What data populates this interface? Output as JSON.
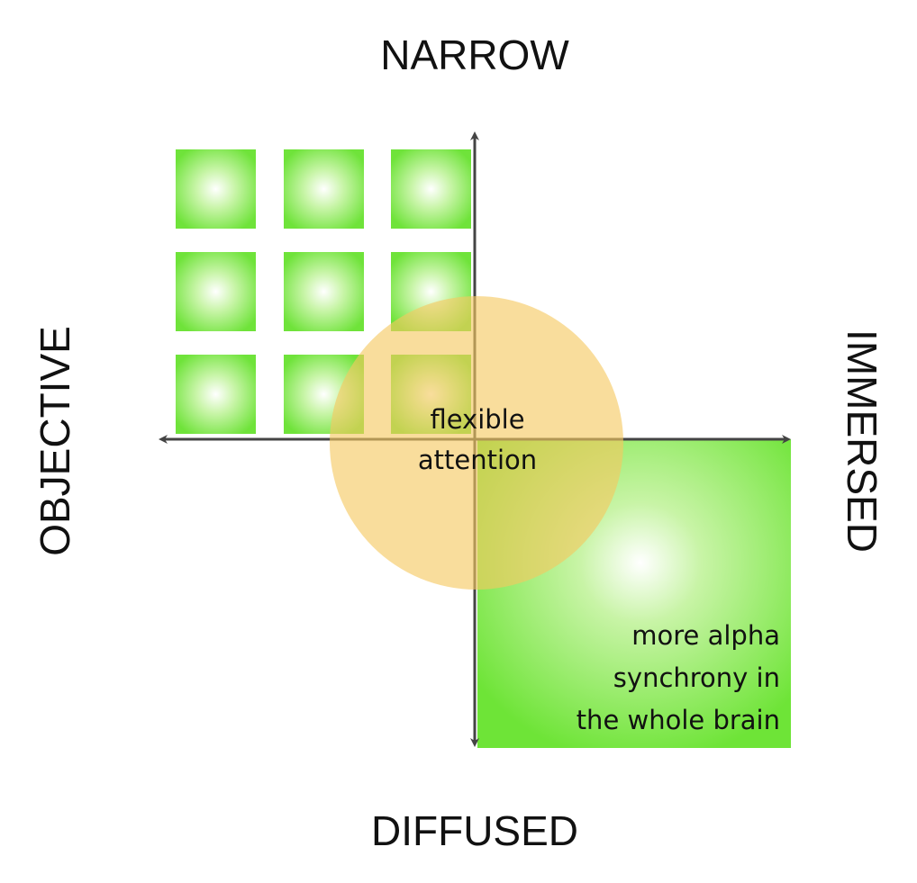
{
  "axes": {
    "top": "NARROW",
    "bottom": "DIFFUSED",
    "left": "OBJECTIVE",
    "right": "IMMERSED"
  },
  "center_circle": {
    "lines": [
      "flexible",
      "attention"
    ],
    "color": "#f6c85f"
  },
  "immersed_box": {
    "lines": [
      "more alpha",
      "synchrony in",
      "the whole brain"
    ]
  },
  "colors": {
    "green_edge": "#6fe33a",
    "green_center": "#ffffff",
    "axis": "#444444",
    "circle": "#f6c85f"
  }
}
